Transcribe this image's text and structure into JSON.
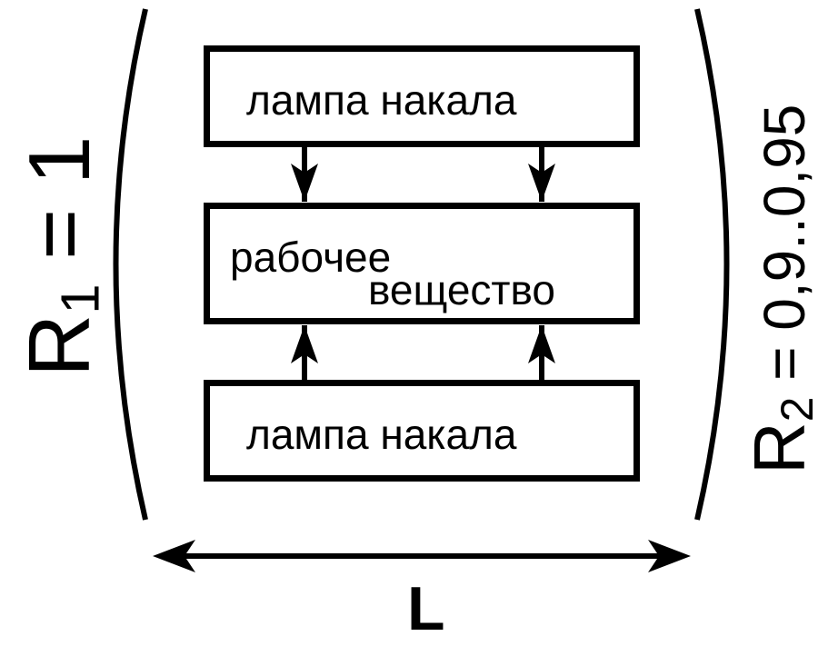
{
  "boxes": {
    "lamp_top": "лампа накала",
    "medium_line1": "рабочее",
    "medium_line2": "вещество",
    "lamp_bottom": "лампа накала"
  },
  "mirror_left": {
    "symbol": "R",
    "index": "1",
    "value": " = 1"
  },
  "mirror_right": {
    "symbol": "R",
    "index": "2",
    "value": " = 0,9..0,95"
  },
  "length_label": "L",
  "colors": {
    "stroke": "#000000",
    "background": "#ffffff"
  }
}
